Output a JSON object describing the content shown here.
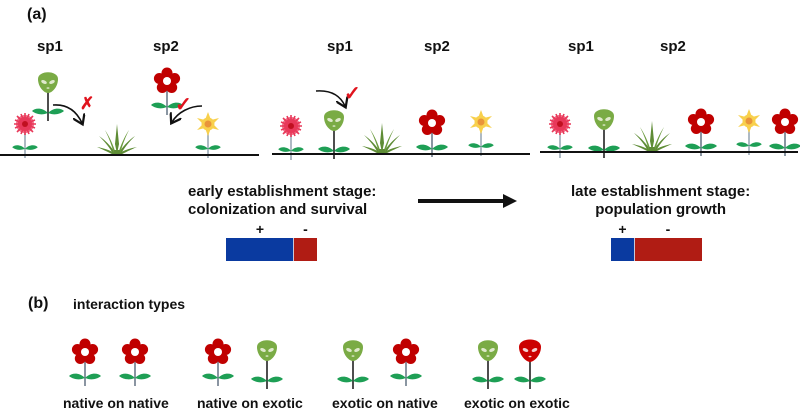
{
  "panel_a": {
    "label": "(a)",
    "species_labels": {
      "sp1": "sp1",
      "sp2": "sp2"
    },
    "scenes": [
      {
        "name": "initial",
        "sp1_outcome": "fail",
        "sp2_outcome": "success"
      },
      {
        "name": "early",
        "sp1_outcome": "success"
      },
      {
        "name": "late"
      }
    ],
    "early_stage": {
      "line1": "early establishment stage:",
      "line2": "colonization and survival",
      "plus_label": "+",
      "minus_label": "-",
      "positive_fraction": 0.75,
      "negative_fraction": 0.25
    },
    "late_stage": {
      "line1": "late establishment stage:",
      "line2": "population growth",
      "plus_label": "+",
      "minus_label": "-",
      "positive_fraction": 0.25,
      "negative_fraction": 0.75
    },
    "marks": {
      "fail": "✗",
      "success": "✓"
    }
  },
  "panel_b": {
    "label": "(b)",
    "title": "interaction types",
    "types": [
      {
        "label": "native on native",
        "left": "native",
        "right": "native"
      },
      {
        "label": "native on exotic",
        "left": "native",
        "right": "exotic"
      },
      {
        "label": "exotic on native",
        "left": "exotic",
        "right": "native"
      },
      {
        "label": "exotic on exotic",
        "left": "exotic",
        "right": "exotic-red"
      }
    ]
  },
  "colors": {
    "positive": "#0a3aa0",
    "negative": "#b01c14",
    "native_red": "#c00000",
    "exotic_green": "#7aab45",
    "exotic_red": "#cc0000",
    "leaf": "#1e9f55",
    "grass": "#5e8c35",
    "pink": "#e8395a",
    "yellow": "#f8d04c",
    "check": "#e0141e"
  }
}
